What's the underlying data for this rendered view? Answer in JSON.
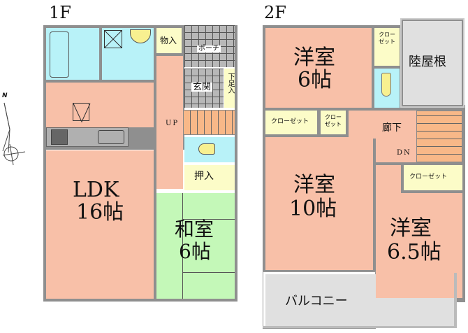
{
  "floors": [
    {
      "title": "1F",
      "rooms": {
        "bath": "",
        "washroom": "",
        "storage": "物入",
        "porch": "ポーチ",
        "entrance": "玄関",
        "shoe_storage": "下足入",
        "ldk_name": "LDK",
        "ldk_size": "16帖",
        "stairs_label": "UP",
        "closet": "押入",
        "japanese_room_name": "和室",
        "japanese_room_size": "6帖"
      }
    },
    {
      "title": "2F",
      "rooms": {
        "western_room_1_name": "洋室",
        "western_room_1_size": "6帖",
        "closet_top": "クローゼット",
        "flat_roof": "陸屋根",
        "closet_left": "クローゼット",
        "closet_mid": "クローゼット",
        "hallway": "廊下",
        "stairs_label": "DN",
        "western_room_2_name": "洋室",
        "western_room_2_size": "10帖",
        "closet_right": "クローゼット",
        "western_room_3_name": "洋室",
        "western_room_3_size": "6.5帖",
        "balcony": "バルコニー"
      }
    }
  ],
  "compass": {
    "label": "N"
  },
  "colors": {
    "room_pink": "#f8c0a8",
    "water_cyan": "#b8f2f8",
    "storage_cream": "#fcfcc8",
    "tatami_green": "#c4f8b8",
    "stairs_orange": "#f8b888",
    "outdoor_gray": "#e0e0e0",
    "wall_gray": "#8f8f8f"
  }
}
